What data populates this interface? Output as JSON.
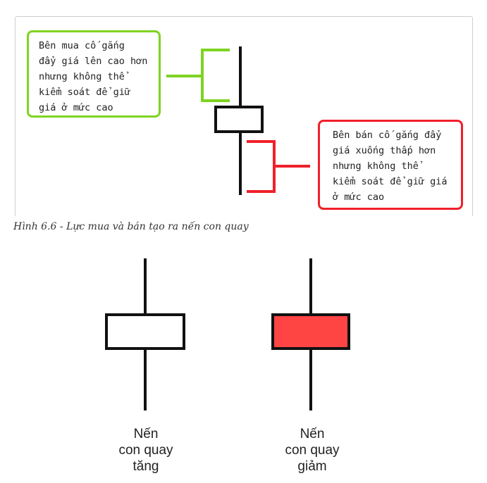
{
  "figure": {
    "buyer_note": "Bên mua cố gắng\nđẩy giá lên cao hơn\nnhưng không thể\nkiểm soát để giữ\ngiá ở mức cao",
    "seller_note": "Bên bán cố gắng đẩy\ngiá xuống thấp hơn\nnhưng không thể\nkiểm soát để giữ giá\nở mức cao",
    "caption": "Hình 6.6 - Lực mua và bán tạo ra nến con quay"
  },
  "candles": {
    "bullish_label": "Nến\ncon quay\ntăng",
    "bearish_label": "Nến\ncon quay\ngiảm"
  },
  "colors": {
    "buyer_accent": "#7ed321",
    "seller_accent": "#f0202a",
    "bearish_fill": "#ff4444",
    "bullish_fill": "#ffffff",
    "outline": "#111111"
  }
}
